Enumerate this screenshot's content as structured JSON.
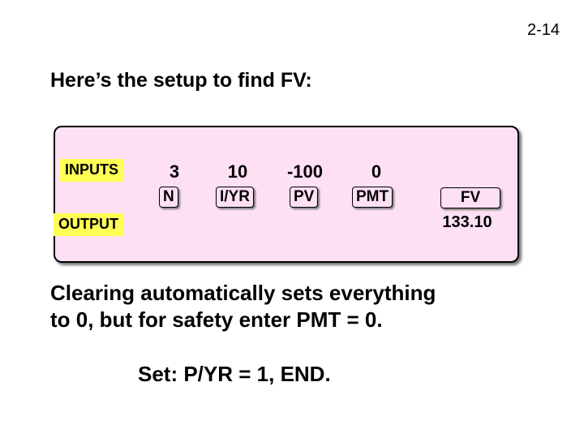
{
  "slide_number": "2-14",
  "heading": "Here’s the setup to find FV:",
  "panel": {
    "inputs_label": "INPUTS",
    "output_label": "OUTPUT",
    "values": [
      "3",
      "10",
      "-100",
      "0"
    ],
    "keys": [
      "N",
      "I/YR",
      "PV",
      "PMT",
      "FV"
    ],
    "result": "133.10"
  },
  "note_line1": "Clearing automatically sets everything",
  "note_line2": "to 0, but for safety enter PMT = 0.",
  "set_line": "Set: P/YR = 1, END."
}
